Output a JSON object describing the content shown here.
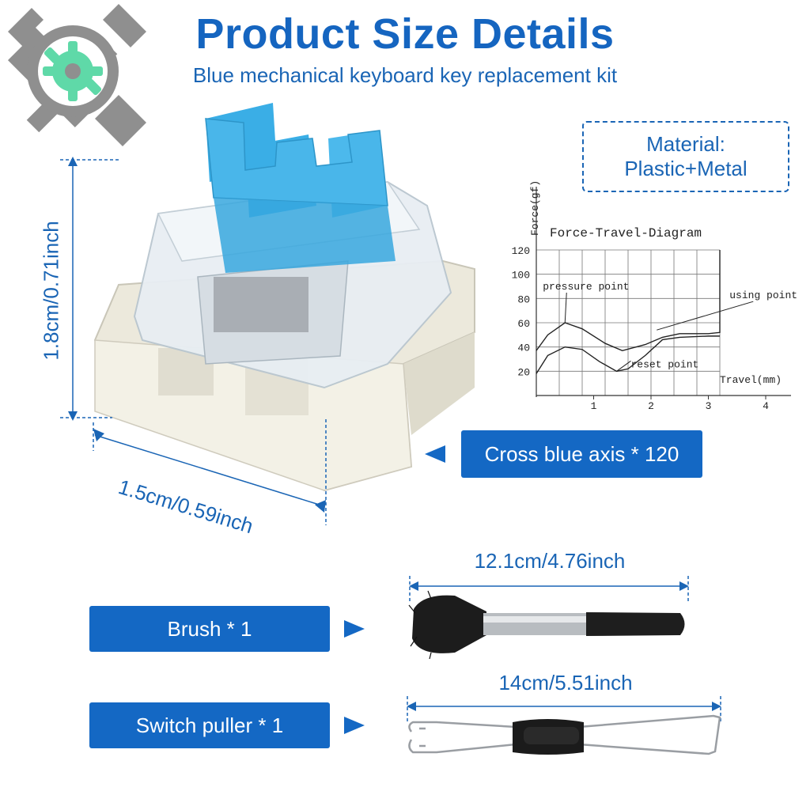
{
  "header": {
    "title": "Product Size Details",
    "subtitle": "Blue mechanical keyboard key replacement kit"
  },
  "material": {
    "line1": "Material:",
    "line2": "Plastic+Metal"
  },
  "dimensions": {
    "switch_height": "1.8cm/0.71inch",
    "switch_width": "1.5cm/0.59inch",
    "brush_length": "12.1cm/4.76inch",
    "puller_length": "14cm/5.51inch"
  },
  "labels": {
    "switch": "Cross blue axis * 120",
    "brush": "Brush * 1",
    "puller": "Switch puller * 1"
  },
  "colors": {
    "accent": "#1468c4",
    "switch_stem": "#3aaee6",
    "logo_gray": "#8f8f8f",
    "logo_green": "#5fd9a8"
  },
  "icons": {
    "logo": "wrench-screwdriver-gear-icon"
  },
  "chart_data": {
    "type": "line",
    "title": "Force-Travel-Diagram",
    "ylabel": "Force(gf)",
    "xlabel": "Travel(mm)",
    "xlim": [
      0,
      4
    ],
    "ylim": [
      0,
      120
    ],
    "x_ticks": [
      "1",
      "2",
      "3",
      "4"
    ],
    "y_ticks": [
      "20",
      "40",
      "60",
      "80",
      "100",
      "120"
    ],
    "grid": true,
    "series": [
      {
        "x": [
          0,
          0.2,
          0.5,
          0.8,
          1.2,
          1.5,
          1.9,
          2.2,
          2.5,
          3.0,
          3.2,
          3.2
        ],
        "y": [
          37,
          50,
          60,
          55,
          43,
          37,
          42,
          48,
          51,
          51,
          52,
          120
        ]
      },
      {
        "x": [
          0,
          0.2,
          0.5,
          0.8,
          1.1,
          1.4,
          1.6,
          1.9,
          2.2,
          2.5,
          3.0,
          3.2
        ],
        "y": [
          18,
          33,
          40,
          38,
          28,
          20,
          22,
          33,
          46,
          48,
          49,
          49
        ]
      }
    ],
    "annotations": [
      {
        "text": "pressure point",
        "x": 0.5,
        "y": 60
      },
      {
        "text": "using  point",
        "x": 2.1,
        "y": 54
      },
      {
        "text": "reset point",
        "x": 1.4,
        "y": 20
      }
    ]
  }
}
